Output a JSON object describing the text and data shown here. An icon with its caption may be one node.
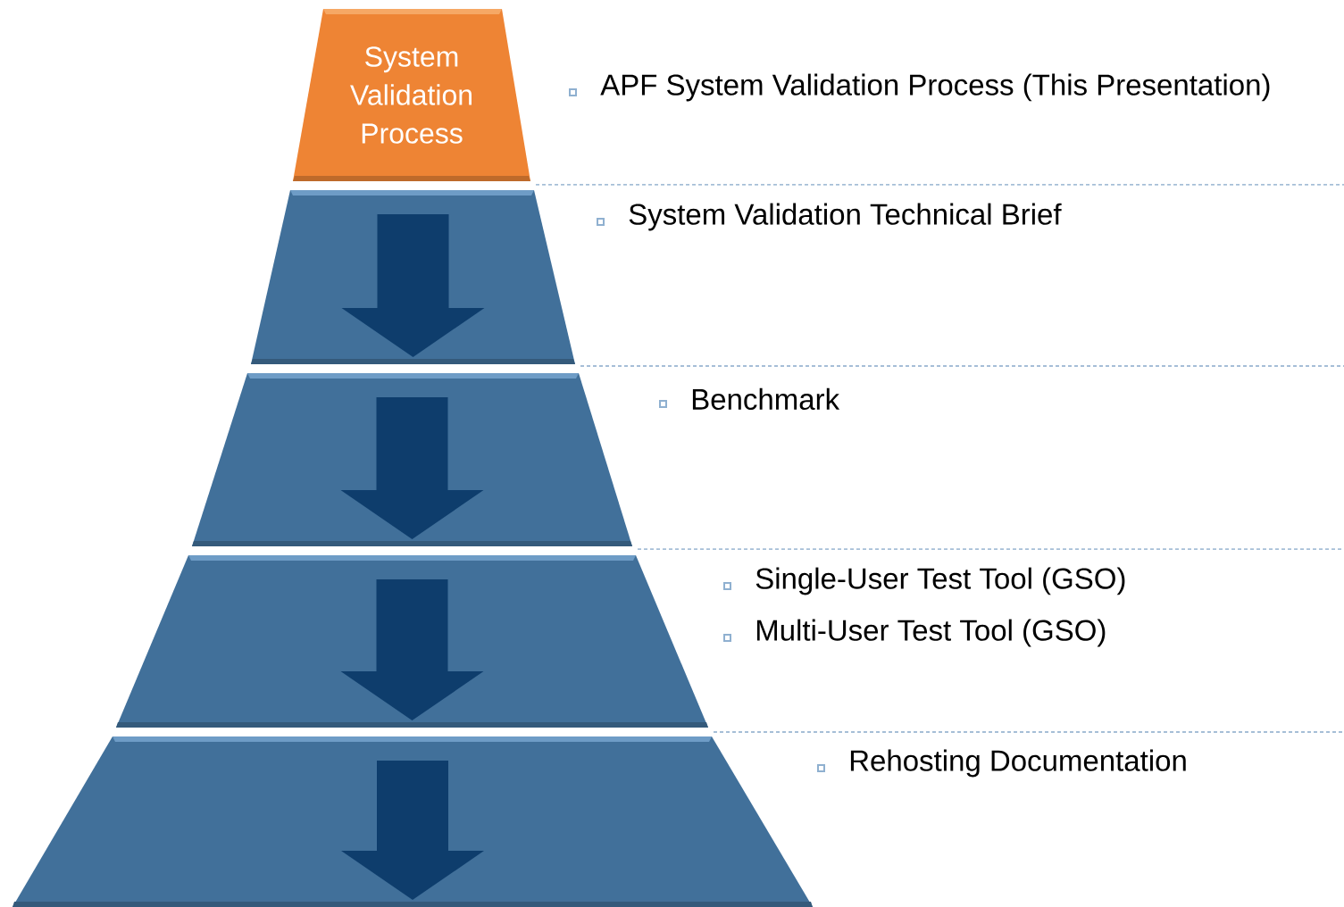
{
  "diagram": {
    "nodes": [
      {
        "text": [
          "System Validation Process"
        ],
        "beside": [
          "APF System Validation Process (This Presentation)"
        ]
      },
      {
        "text": [],
        "shape": "band",
        "beside": [
          "System Validation Technical Brief"
        ]
      },
      {
        "text": [],
        "shape": "band",
        "beside": [
          "Benchmark"
        ]
      },
      {
        "text": [],
        "shape": "band",
        "beside": [
          "Single-User Test Tool (GSO)",
          "Multi-User Test Tool (GSO)"
        ]
      },
      {
        "text": [],
        "shape": "band",
        "beside": [
          "Rehosting Documentation"
        ]
      }
    ],
    "edges": []
  }
}
